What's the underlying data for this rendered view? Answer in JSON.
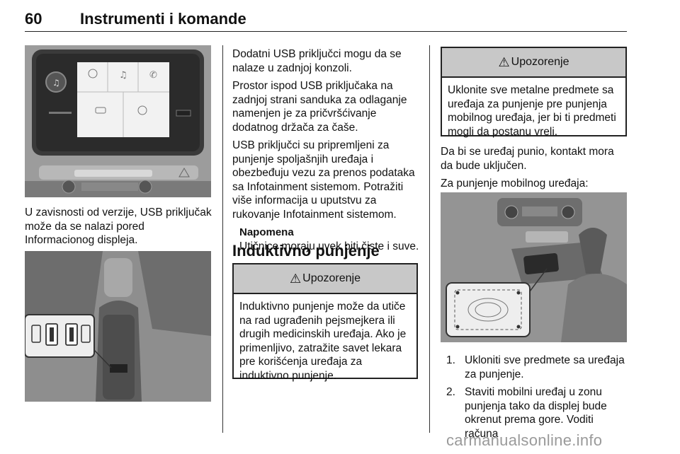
{
  "header": {
    "page_number": "60",
    "title": "Instrumenti i komande"
  },
  "left": {
    "caption": "U zavisnosti od verzije, USB priključak može da se nalazi pored Informacionog displeja."
  },
  "middle": {
    "paragraphs": [
      "Dodatni USB priključci mogu da se nalaze u zadnjoj konzoli.",
      "Prostor ispod USB priključaka na zadnjoj strani sanduka za odlaganje namenjen je za pričvršćivanje dodatnog držača za čaše.",
      "USB priključci su pripremljeni za punjenje spoljašnjih uređaja i obezbeđuju vezu za prenos podataka sa Infotainment sistemom. Potražiti više informacija u uputstvu za rukovanje Infotainment sistemom."
    ],
    "note_heading": "Napomena",
    "note_text": "Utičnice moraju uvek biti čiste i suve.",
    "section_heading": "Induktivno punjenje",
    "warning": {
      "symbol": "⚠",
      "heading": "Upozorenje",
      "text": "Induktivno punjenje može da utiče na rad ugrađenih pejsmejkera ili drugih medicinskih uređaja. Ako je primenljivo, zatražite savet lekara pre korišćenja uređaja za induktivno punjenje."
    }
  },
  "right": {
    "warning": {
      "symbol": "⚠",
      "heading": "Upozorenje",
      "text": "Uklonite sve metalne predmete sa uređaja za punjenje pre punjenja mobilnog uređaja, jer bi ti predmeti mogli da postanu vreli."
    },
    "paragraphs": [
      "Da bi se uređaj punio, kontakt mora da bude uključen.",
      "Za punjenje mobilnog uređaja:"
    ],
    "steps": [
      {
        "num": "1.",
        "text": "Ukloniti sve predmete sa uređaja za punjenje."
      },
      {
        "num": "2.",
        "text": "Staviti mobilni uređaj u zonu punjenja tako da displej bude okrenut prema gore. Voditi računa"
      }
    ]
  },
  "footer": {
    "watermark": "carmanualsonline.info"
  }
}
